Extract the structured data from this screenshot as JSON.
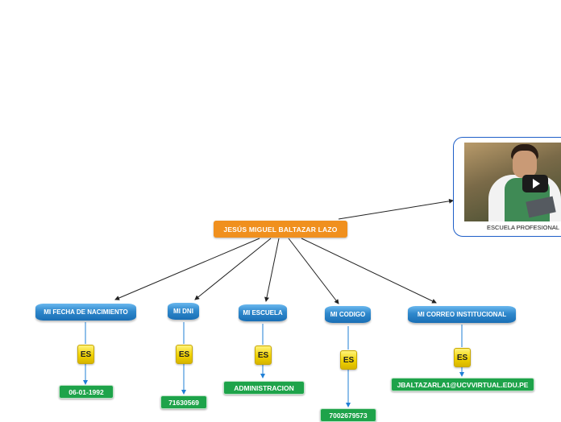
{
  "root": {
    "label": "JESÚS MIGUEL BALTAZAR LAZO"
  },
  "video": {
    "caption": "ESCUELA PROFESIONAL DE"
  },
  "connector_label": "ES",
  "branches": [
    {
      "topic": "MI FECHA DE NACIMIENTO",
      "value": "06-01-1992"
    },
    {
      "topic": "MI DNI",
      "value": "71630569"
    },
    {
      "topic": "MI ESCUELA",
      "value": "ADMINISTRACION"
    },
    {
      "topic": "MI CODIGO",
      "value": "7002679573"
    },
    {
      "topic": "MI CORREO INSTITUCIONAL",
      "value": "JBALTAZARLA1@UCVVIRTUAL.EDU.PE"
    }
  ],
  "colors": {
    "root": "#f0901e",
    "topic": "#2f88cc",
    "connector": "#f0d200",
    "value": "#1ea34a",
    "edge_dark": "#222222",
    "edge_blue": "#1f7fd6",
    "video_border": "#1e5fc8"
  },
  "icons": {
    "play": "play-icon"
  }
}
